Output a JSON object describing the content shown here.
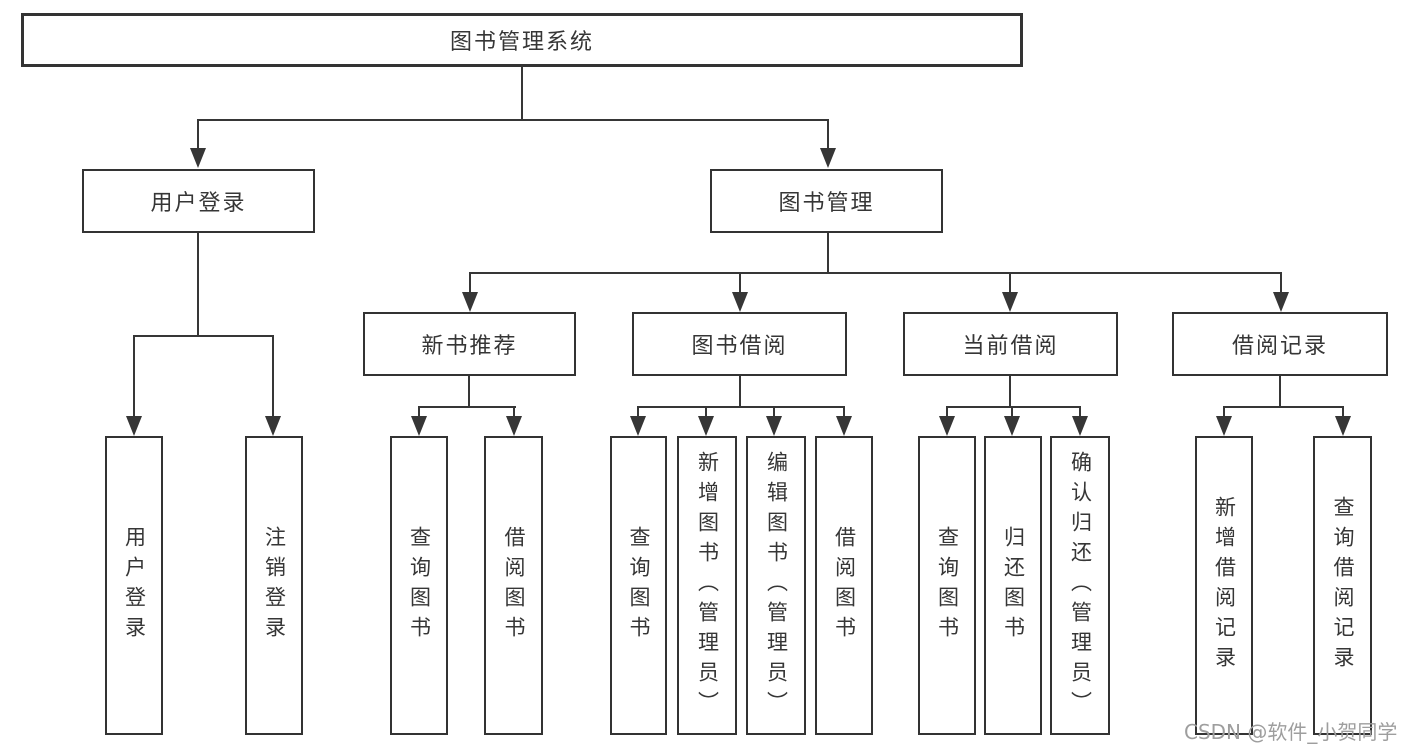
{
  "diagram": {
    "root": {
      "label": "图书管理系统"
    },
    "user_login": {
      "label": "用户登录",
      "children": [
        {
          "label": "用户登录"
        },
        {
          "label": "注销登录"
        }
      ]
    },
    "book_mgmt": {
      "label": "图书管理",
      "children": [
        {
          "label": "新书推荐",
          "children": [
            {
              "label": "查询图书"
            },
            {
              "label": "借阅图书"
            }
          ]
        },
        {
          "label": "图书借阅",
          "children": [
            {
              "label": "查询图书"
            },
            {
              "label": "新增图书（管理员）"
            },
            {
              "label": "编辑图书（管理员）"
            },
            {
              "label": "借阅图书"
            }
          ]
        },
        {
          "label": "当前借阅",
          "children": [
            {
              "label": "查询图书"
            },
            {
              "label": "归还图书"
            },
            {
              "label": "确认归还（管理员）"
            }
          ]
        },
        {
          "label": "借阅记录",
          "children": [
            {
              "label": "新增借阅记录"
            },
            {
              "label": "查询借阅记录"
            }
          ]
        }
      ]
    }
  },
  "watermark": {
    "text": "CSDN @软件_小贺同学"
  },
  "colors": {
    "line": "#363636",
    "border": "#333333",
    "text": "#363636",
    "watermark": "#9e9e9e",
    "background": "#ffffff"
  }
}
